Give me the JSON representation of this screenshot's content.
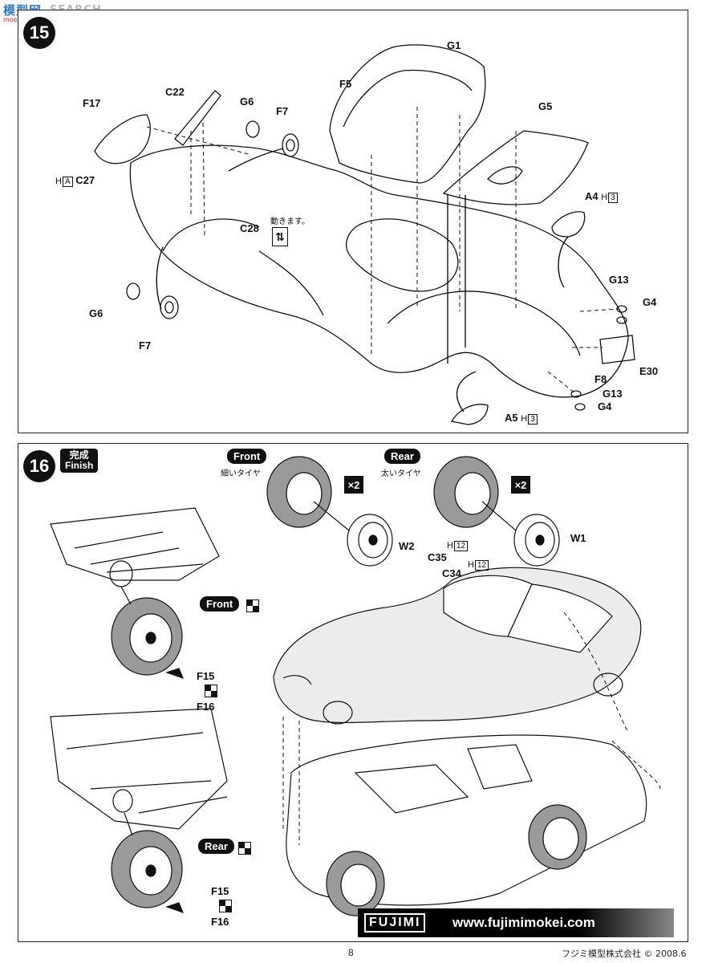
{
  "watermark": {
    "logo": "模型网",
    "word": "SEARCH",
    "sub": "moe-shan.com"
  },
  "step15": {
    "number": "15",
    "labels": {
      "g1": "G1",
      "f5": "F5",
      "g5": "G5",
      "c22": "C22",
      "g6_top": "G6",
      "f7_top": "F7",
      "f17": "F17",
      "c27_prefix": "H",
      "c27_box": "A",
      "c27": "C27",
      "c28": "C28",
      "a4": "A4",
      "a4_h": "H",
      "a4_box": "3",
      "g13_top": "G13",
      "g4_top": "G4",
      "e30": "E30",
      "f8": "F8",
      "g13_bot": "G13",
      "g4_bot": "G4",
      "a5": "A5",
      "a5_h": "H",
      "a5_box": "3",
      "g6_bot": "G6",
      "f7_bot": "F7"
    },
    "moves_note": "動きます。"
  },
  "step16": {
    "number": "16",
    "finish_jp": "完成",
    "finish_en": "Finish",
    "front_title": "Front",
    "front_jp": "細いタイヤ",
    "rear_title": "Rear",
    "rear_jp": "太いタイヤ",
    "qty_front": "×2",
    "qty_rear": "×2",
    "w2": "W2",
    "w1": "W1",
    "c35": "C35",
    "c35_h": "H",
    "c35_box": "12",
    "c34": "C34",
    "c34_h": "H",
    "c34_box": "12",
    "front_pill": "Front",
    "rear_pill": "Rear",
    "f15_front": "F15",
    "f16_front": "F16",
    "f15_rear": "F15",
    "f16_rear": "F16"
  },
  "brand": {
    "logo": "FUJIMI",
    "url": "www.fujimimokei.com"
  },
  "footer": {
    "page": "8",
    "copyright": "フジミ模型株式会社 © 2008.6"
  }
}
